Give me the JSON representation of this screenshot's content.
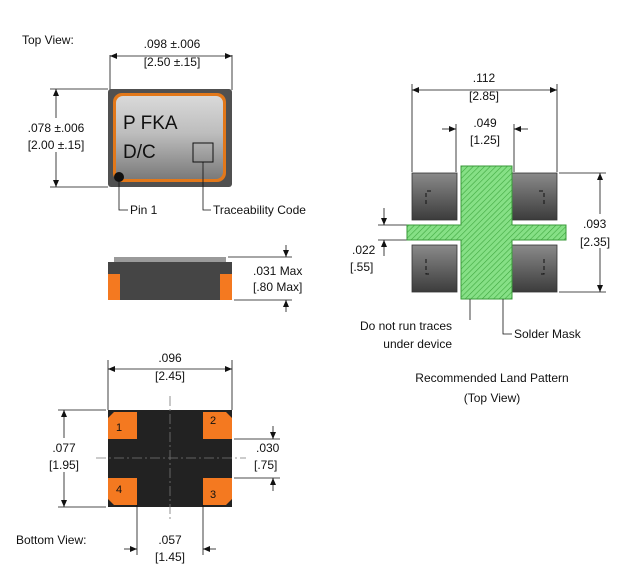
{
  "top_view": {
    "title": "Top View:",
    "width_in": ".098 ±.006",
    "width_mm": "[2.50 ±.15]",
    "height_in": ".078 ±.006",
    "height_mm": "[2.00 ±.15]",
    "marking_line1": "P FKA",
    "marking_line2": "D/C",
    "pin1_label": "Pin 1",
    "traceability_label": "Traceability Code"
  },
  "side_view": {
    "height_in": ".031 Max",
    "height_mm": "[.80 Max]"
  },
  "bottom_view": {
    "title": "Bottom View:",
    "width_in": ".096",
    "width_mm": "[2.45]",
    "height_in": ".077",
    "height_mm": "[1.95]",
    "pad_in": ".030",
    "pad_mm": "[.75]",
    "pitch_in": ".057",
    "pitch_mm": "[1.45]",
    "pads": [
      "1",
      "2",
      "3",
      "4"
    ]
  },
  "land_pattern": {
    "width_in": ".112",
    "width_mm": "[2.85]",
    "gap_in": ".049",
    "gap_mm": "[1.25]",
    "height_in": ".093",
    "height_mm": "[2.35]",
    "trace_in": ".022",
    "trace_mm": "[.55]",
    "no_traces_line1": "Do not run traces",
    "no_traces_line2": "under device",
    "solder_mask_label": "Solder Mask",
    "caption_line1": "Recommended Land Pattern",
    "caption_line2": "(Top View)"
  },
  "colors": {
    "package_body": "#505050",
    "package_frame": "#e2781a",
    "pad_orange": "#f47920",
    "dark_body": "#222222",
    "land_pad": "#575757",
    "keepout_green": "#5ecb5e"
  }
}
